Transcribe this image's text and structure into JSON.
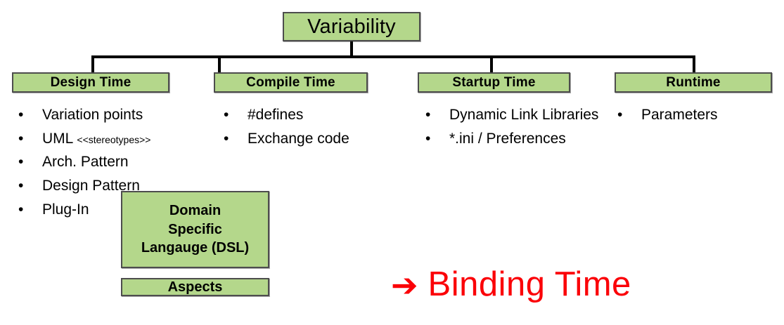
{
  "diagram": {
    "root": {
      "label": "Variability"
    },
    "categories": [
      {
        "title": "Design Time",
        "items": [
          {
            "text": "Variation points",
            "sub": ""
          },
          {
            "text": "UML ",
            "sub": "<<stereotypes>>"
          },
          {
            "text": "Arch. Pattern",
            "sub": ""
          },
          {
            "text": "Design Pattern",
            "sub": ""
          },
          {
            "text": "Plug-In",
            "sub": ""
          }
        ]
      },
      {
        "title": "Compile Time",
        "items": [
          {
            "text": "#defines",
            "sub": ""
          },
          {
            "text": "Exchange code",
            "sub": ""
          }
        ]
      },
      {
        "title": "Startup Time",
        "items": [
          {
            "text": "Dynamic Link Libraries",
            "sub": ""
          },
          {
            "text": "*.ini / Preferences",
            "sub": ""
          }
        ]
      },
      {
        "title": "Runtime",
        "items": [
          {
            "text": "Parameters",
            "sub": ""
          }
        ]
      }
    ],
    "extra_boxes": [
      {
        "name": "dsl",
        "lines": [
          "Domain",
          "Specific",
          "Langauge (DSL)"
        ]
      },
      {
        "name": "aspects",
        "lines": [
          "Aspects"
        ]
      }
    ],
    "callout": {
      "arrow_icon": "➔",
      "label": "Binding Time"
    },
    "bullet_marker": "•",
    "colors": {
      "box_fill": "#b4d78b",
      "box_border": "#4d4d4d",
      "connector": "#000000",
      "text": "#000000",
      "callout": "#fb0007",
      "background": "#ffffff"
    }
  }
}
